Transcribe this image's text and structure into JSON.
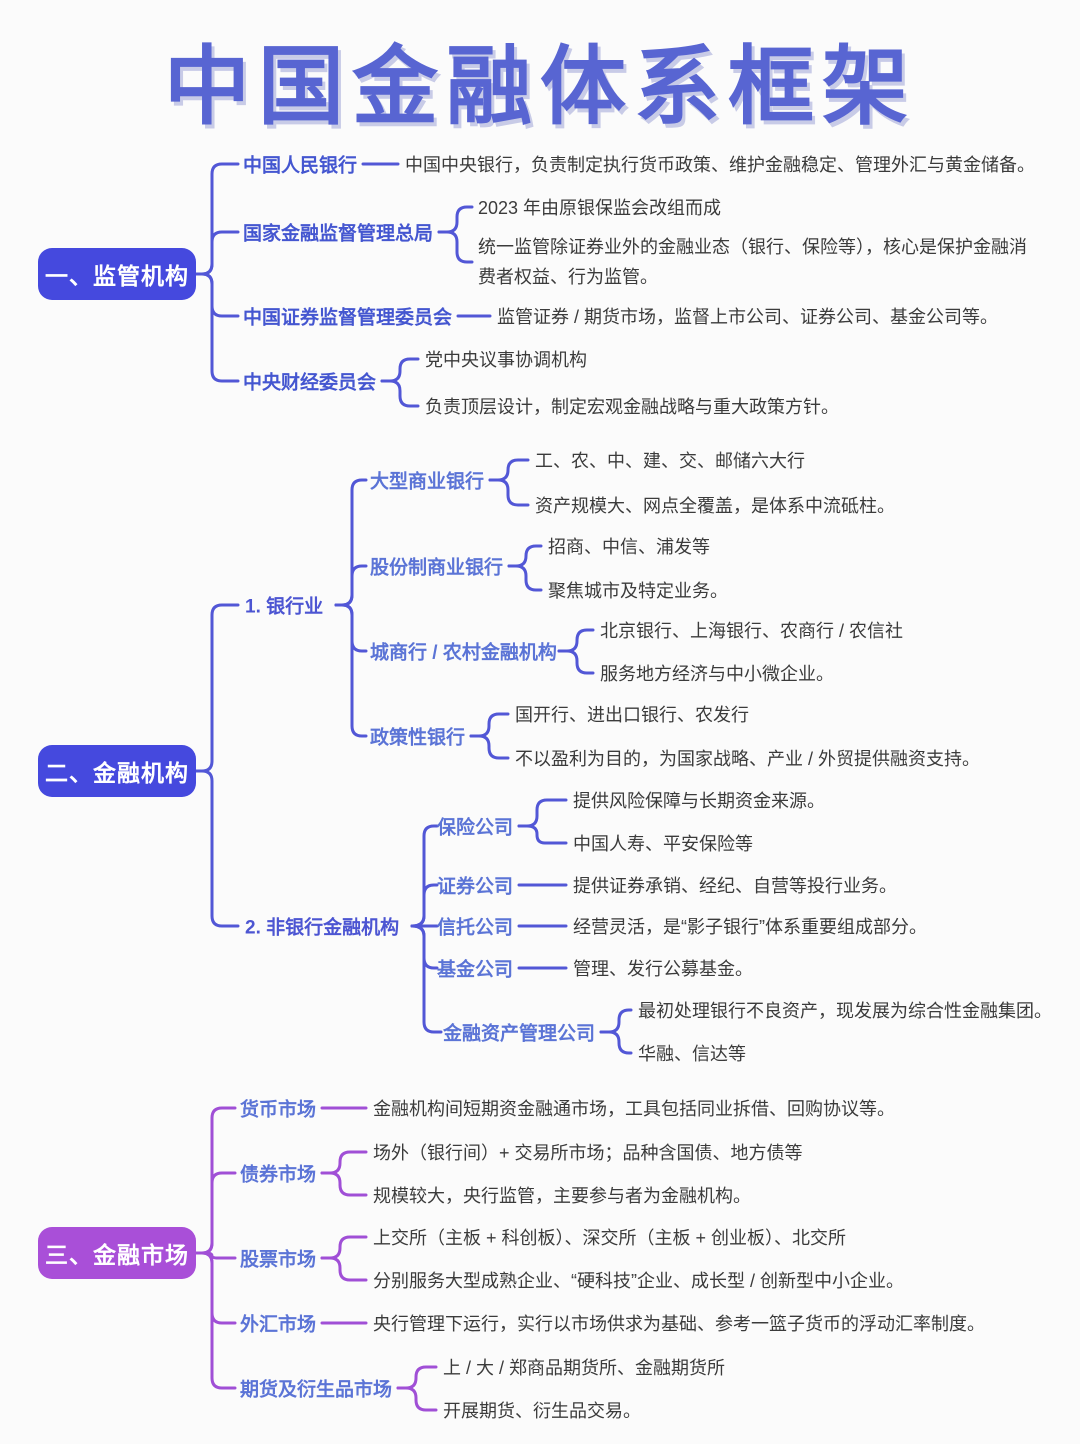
{
  "title": "中国金融体系框架",
  "colors": {
    "title_blue": "#5865d2",
    "box_blue": "#4549de",
    "box_purple": "#a94fd8",
    "line_blue": "#5257d6",
    "line_purple": "#a04fd6",
    "label_blue": "#4456d0",
    "sublabel_blue": "#5b74d6",
    "detail_text": "#3b3b3b"
  },
  "sections": [
    {
      "label": "一、监管机构",
      "children": [
        {
          "label": "中国人民银行",
          "details": [
            "中国中央银行，负责制定执行货币政策、维护金融稳定、管理外汇与黄金储备。"
          ]
        },
        {
          "label": "国家金融监督管理总局",
          "details": [
            "2023 年由原银保监会改组而成",
            "统一监管除证券业外的金融业态（银行、保险等），核心是保护金融消费者权益、行为监管。"
          ]
        },
        {
          "label": "中国证券监督管理委员会",
          "details": [
            "监管证券 / 期货市场，监督上市公司、证券公司、基金公司等。"
          ]
        },
        {
          "label": "中央财经委员会",
          "details": [
            "党中央议事协调机构",
            "负责顶层设计，制定宏观金融战略与重大政策方针。"
          ]
        }
      ]
    },
    {
      "label": "二、金融机构",
      "children": [
        {
          "label": "1. 银行业",
          "children": [
            {
              "label": "大型商业银行",
              "details": [
                "工、农、中、建、交、邮储六大行",
                "资产规模大、网点全覆盖，是体系中流砥柱。"
              ]
            },
            {
              "label": "股份制商业银行",
              "details": [
                "招商、中信、浦发等",
                "聚焦城市及特定业务。"
              ]
            },
            {
              "label": "城商行 / 农村金融机构",
              "details": [
                "北京银行、上海银行、农商行 / 农信社",
                "服务地方经济与中小微企业。"
              ]
            },
            {
              "label": "政策性银行",
              "details": [
                "国开行、进出口银行、农发行",
                "不以盈利为目的，为国家战略、产业 / 外贸提供融资支持。"
              ]
            }
          ]
        },
        {
          "label": "2. 非银行金融机构",
          "children": [
            {
              "label": "保险公司",
              "details": [
                "提供风险保障与长期资金来源。",
                "中国人寿、平安保险等"
              ]
            },
            {
              "label": "证券公司",
              "details": [
                "提供证券承销、经纪、自营等投行业务。"
              ]
            },
            {
              "label": "信托公司",
              "details": [
                "经营灵活，是“影子银行”体系重要组成部分。"
              ]
            },
            {
              "label": "基金公司",
              "details": [
                "管理、发行公募基金。"
              ]
            },
            {
              "label": "金融资产管理公司",
              "details": [
                "最初处理银行不良资产，现发展为综合性金融集团。",
                "华融、信达等"
              ]
            }
          ]
        }
      ]
    },
    {
      "label": "三、金融市场",
      "children": [
        {
          "label": "货币市场",
          "details": [
            "金融机构间短期资金融通市场，工具包括同业拆借、回购协议等。"
          ]
        },
        {
          "label": "债券市场",
          "details": [
            "场外（银行间）+ 交易所市场；品种含国债、地方债等",
            "规模较大，央行监管，主要参与者为金融机构。"
          ]
        },
        {
          "label": "股票市场",
          "details": [
            "上交所（主板 + 科创板）、深交所（主板 + 创业板）、北交所",
            "分别服务大型成熟企业、“硬科技”企业、成长型 / 创新型中小企业。"
          ]
        },
        {
          "label": "外汇市场",
          "details": [
            "央行管理下运行，实行以市场供求为基础、参考一篮子货币的浮动汇率制度。"
          ]
        },
        {
          "label": "期货及衍生品市场",
          "details": [
            "上 / 大 / 郑商品期货所、金融期货所",
            "开展期货、衍生品交易。"
          ]
        }
      ]
    }
  ]
}
